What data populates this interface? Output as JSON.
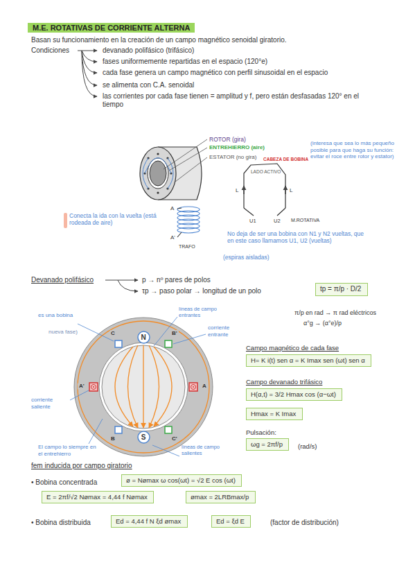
{
  "diagram": {
    "title": "M.E. ROTATIVAS DE CORRIENTE ALTERNA",
    "nodes": [
      {
        "text": [
          "tp = π/p · D/2"
        ]
      },
      {
        "text": [
          "N"
        ]
      },
      {
        "text": [
          "S"
        ]
      },
      {
        "text": [
          "H= K i(t) sen α = K Imax sen (ωt) sen α"
        ]
      },
      {
        "text": [
          "H(α,t) = 3/2 Hmax cos (α−ωt)"
        ]
      },
      {
        "text": [
          "Hmax = K Imax"
        ]
      },
      {
        "text": [
          "ωg = 2πf/p"
        ]
      },
      {
        "text": [
          "ø = Nømax ω cos(ωt) = √2 E cos (ωt)"
        ]
      },
      {
        "text": [
          "E = 2πf/√2 Nømax = 4,44 f Nømax"
        ]
      },
      {
        "text": [
          "ømax = 2LRBmax/p"
        ]
      },
      {
        "text": [
          "Ed = 4,44 f N ξd ømax"
        ]
      },
      {
        "text": [
          "Ed = ξd E"
        ]
      }
    ],
    "labels": [
      "Basan su funcionamiento en la creación de un campo magnético senoidal giratorio.",
      "Condiciones",
      "devanado polifásico (trifásico)",
      "fases uniformemente repartidas en el espacio (120°e)",
      "cada fase genera un campo magnético con perfil sinusoidal en el espacio",
      "se alimenta con C.A. senoidal",
      "las corrientes por cada fase tienen = amplitud y f, pero están desfasadas 120° en el tiempo",
      "ROTOR (gira)",
      "ENTREHIERRO (aire)",
      "(interesa que sea lo más pequeño posible para que haga su función: evitar el roce entre rotor y estator)",
      "ESTATOR (no gira)",
      "CABEZA DE BOBINA",
      "LADO ACTIVO",
      "L",
      "L",
      "U1",
      "U2",
      "M.ROTATIVA",
      "A",
      "A'",
      "TRAFO",
      "Conecta la ida con la vuelta (está rodeada de aire)",
      "No deja de ser una bobina con N1 y N2 vueltas, que en este caso llamamos U1, U2 (vueltas)",
      "(espiras aisladas)",
      "Devanado polifásico",
      "p → nº pares de polos",
      "τp → paso polar → longitud de un polo",
      "π/p en rad → π rad eléctricos",
      "α°g → (α°e)/p",
      "es una bobina",
      "nueva fase)",
      "líneas de campo entrantes",
      "corriente entrante",
      "C",
      "B'",
      "A'",
      "A",
      "corriente saliente",
      "B",
      "C'",
      "líneas de campo salientes",
      "El campo lo siempre en el entrehierro",
      "Campo magnético de cada fase",
      "Campo devanado trifásico",
      "Pulsación:",
      "(rad/s)",
      "fem inducida por campo giratorio",
      "• Bobina concentrada",
      "• Bobina distribuida",
      "(factor de distribución)"
    ]
  }
}
